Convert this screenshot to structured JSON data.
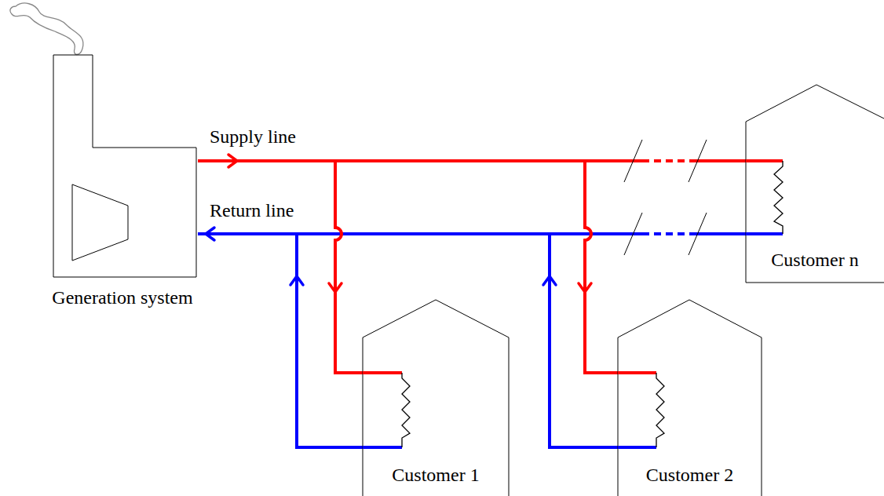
{
  "diagram": {
    "nodes": [
      {
        "text": [
          "Generation system"
        ]
      },
      {
        "text": [
          "Customer 1"
        ]
      },
      {
        "text": [
          "Customer 2"
        ]
      },
      {
        "text": [
          "Customer n"
        ]
      }
    ],
    "edges": [
      {
        "from": 0,
        "to": 1,
        "arrow": "to"
      },
      {
        "from": 1,
        "to": 0,
        "arrow": "to"
      },
      {
        "from": 0,
        "to": 2,
        "arrow": "to"
      },
      {
        "from": 2,
        "to": 0,
        "arrow": "to"
      },
      {
        "from": 0,
        "to": 3,
        "arrow": "to"
      },
      {
        "from": 3,
        "to": 0,
        "arrow": "to"
      }
    ],
    "labels": [
      "Supply line",
      "Return line"
    ]
  }
}
